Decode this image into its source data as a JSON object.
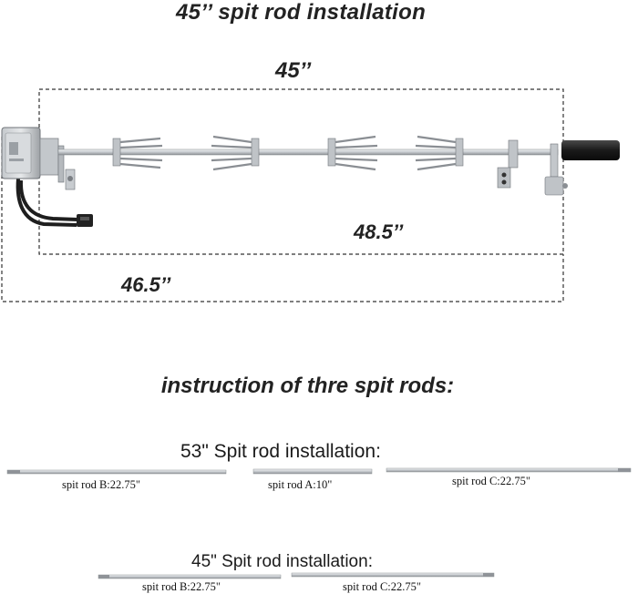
{
  "title": "45’’ spit rod installation",
  "dimensions": {
    "inner_width": "45’’",
    "frame_length": "48.5’’",
    "outer_length": "46.5’’"
  },
  "instruction_heading": "instruction of thre spit rods:",
  "config_53": {
    "title": "53\" Spit rod installation:",
    "rods": [
      {
        "label": "spit rod B:22.75\""
      },
      {
        "label": "spit rod A:10\""
      },
      {
        "label": "spit rod C:22.75\""
      }
    ]
  },
  "config_45": {
    "title": "45\" Spit rod installation:",
    "rods": [
      {
        "label": "spit rod B:22.75\""
      },
      {
        "label": "spit rod C:22.75\""
      }
    ]
  },
  "colors": {
    "dashed_line": "#333333",
    "rod_steel": "#b9bdc1",
    "handle": "#1c1c1c",
    "motor": "#a8acb0"
  }
}
